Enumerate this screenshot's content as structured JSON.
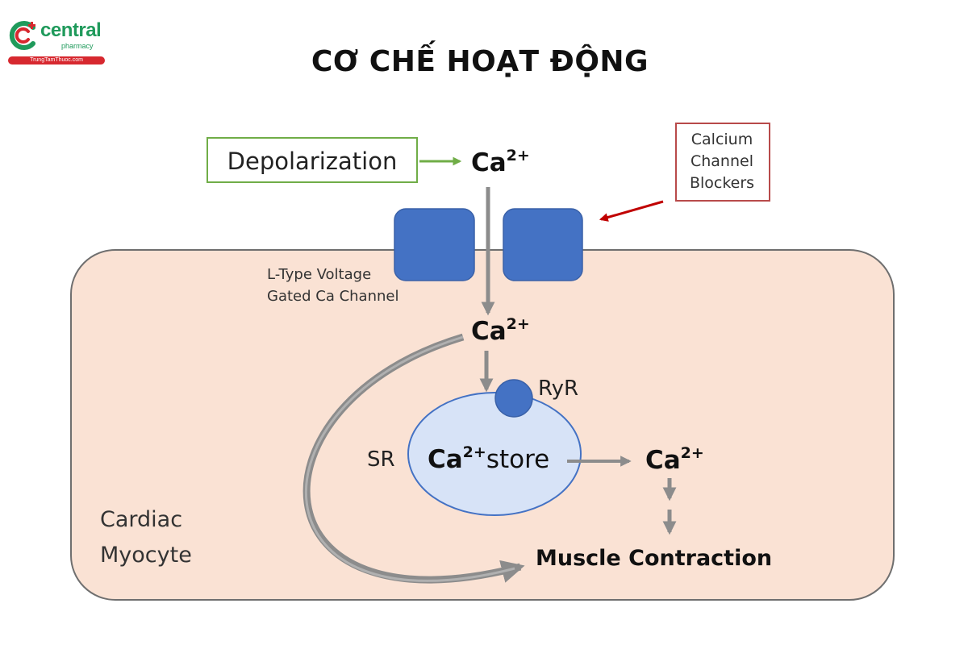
{
  "brand": {
    "name": "central",
    "sub": "pharmacy",
    "url": "TrungTamThuoc.com",
    "colors": {
      "green": "#1f9a5b",
      "red": "#d7282f"
    }
  },
  "title": "CƠ CHẾ HOẠT ĐỘNG",
  "diagram": {
    "depolarization": "Depolarization",
    "ca_base": "Ca",
    "ca_charge": "2+",
    "ccb_lines": [
      "Calcium",
      "Channel",
      "Blockers"
    ],
    "channel_label_lines": [
      "L-Type Voltage",
      "Gated Ca Channel"
    ],
    "ryr": "RyR",
    "sr": "SR",
    "store_suffix": "store",
    "cell_label_lines": [
      "Cardiac",
      "Myocyte"
    ],
    "muscle_contraction": "Muscle Contraction",
    "colors": {
      "cell_fill": "#fae2d4",
      "cell_stroke": "#6f6f6f",
      "channel": "#4472c4",
      "sr_fill": "#d7e3f7",
      "arrow_gray": "#8c8c8c",
      "arrow_green": "#70ad47",
      "arrow_red": "#c00000",
      "depol_border": "#70ad47",
      "ccb_border": "#b84a4a"
    }
  }
}
